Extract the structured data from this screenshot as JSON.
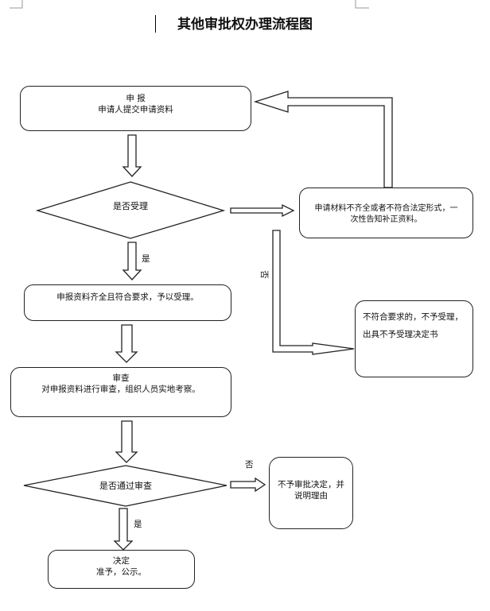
{
  "document": {
    "title": "其他审批权办理流程图"
  },
  "flowchart": {
    "nodes": {
      "apply": {
        "lines": [
          "申  报",
          "申请人提交申请资料"
        ]
      },
      "accept_decision": {
        "label": "是否受理"
      },
      "supplement": {
        "lines": [
          "申请材料不齐全或者不符合法定形式，一",
          "次性告知补正资料。"
        ]
      },
      "accepted": {
        "lines": [
          "申报资料齐全且符合要求，予以受理。"
        ]
      },
      "rejected_accept": {
        "lines": [
          "不符合要求的，不予受理，",
          "出具不予受理决定书"
        ]
      },
      "review": {
        "lines": [
          "审查",
          "对申报资料进行审查，组织人员实地考察。"
        ]
      },
      "review_decision": {
        "label": "是否通过审查"
      },
      "deny": {
        "lines": [
          "不予审批决定，并",
          "说明理由"
        ]
      },
      "decision": {
        "lines": [
          "决定",
          "准予，公示。"
        ]
      }
    },
    "edge_labels": {
      "accept_yes": "是",
      "accept_no": "否",
      "review_no": "否",
      "review_yes": "是"
    },
    "edges": [
      {
        "from": "apply",
        "to": "accept_decision"
      },
      {
        "from": "accept_decision",
        "to": "supplement"
      },
      {
        "from": "supplement",
        "to": "apply"
      },
      {
        "from": "accept_decision",
        "to": "accepted",
        "label": "是"
      },
      {
        "from": "accept_decision",
        "to": "rejected_accept",
        "label": "否"
      },
      {
        "from": "accepted",
        "to": "review"
      },
      {
        "from": "review",
        "to": "review_decision"
      },
      {
        "from": "review_decision",
        "to": "deny",
        "label": "否"
      },
      {
        "from": "review_decision",
        "to": "decision",
        "label": "是"
      }
    ]
  }
}
